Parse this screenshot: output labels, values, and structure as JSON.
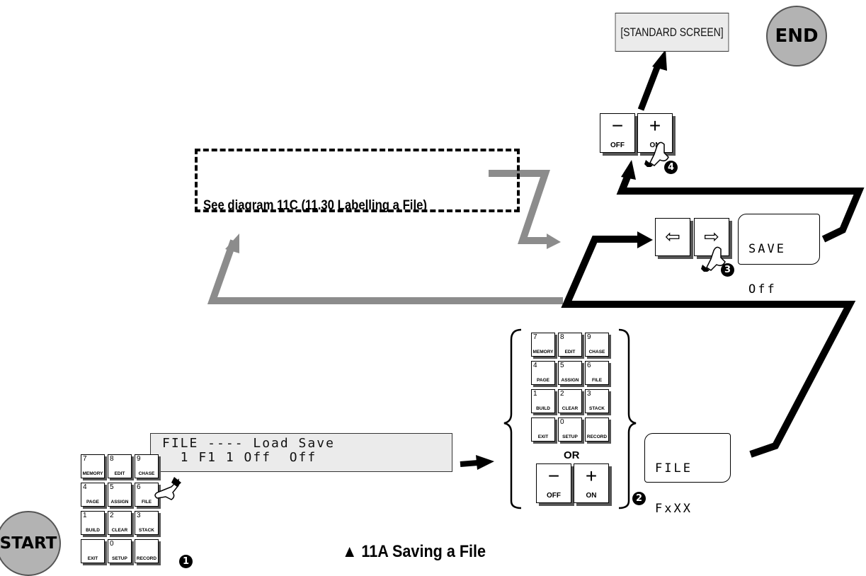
{
  "standard_screen": "[STANDARD SCREEN]",
  "end_label": "END",
  "start_label": "START",
  "see_diagram": "See diagram 11C (11.30 Labelling a File)",
  "lcd_line1": "FILE ---- Load Save",
  "lcd_line2": "  1 F1 1 Off  Off",
  "save_line1": "SAVE",
  "save_line2": "Off",
  "file_line1": "FILE",
  "file_line2": "FxXX",
  "or_label": "OR",
  "caption": "▲ 11A Saving a File",
  "step_badges": [
    "1",
    "2",
    "3",
    "4"
  ],
  "keypad": {
    "row1": [
      {
        "num": "7",
        "label": "MEMORY"
      },
      {
        "num": "8",
        "label": "EDIT"
      },
      {
        "num": "9",
        "label": "CHASE"
      }
    ],
    "row2": [
      {
        "num": "4",
        "label": "PAGE"
      },
      {
        "num": "5",
        "label": "ASSIGN"
      },
      {
        "num": "6",
        "label": "FILE"
      }
    ],
    "row3": [
      {
        "num": "1",
        "label": "BUILD"
      },
      {
        "num": "2",
        "label": "CLEAR"
      },
      {
        "num": "3",
        "label": "STACK"
      }
    ],
    "row4": [
      {
        "num": "",
        "label": "EXIT"
      },
      {
        "num": "0",
        "label": "SETUP"
      },
      {
        "num": "",
        "label": "RECORD"
      }
    ]
  },
  "off_key": {
    "symbol": "−",
    "label": "OFF"
  },
  "on_key": {
    "symbol": "+",
    "label": "ON"
  },
  "arrow_left_icon": "⇦",
  "arrow_right_icon": "⇨"
}
